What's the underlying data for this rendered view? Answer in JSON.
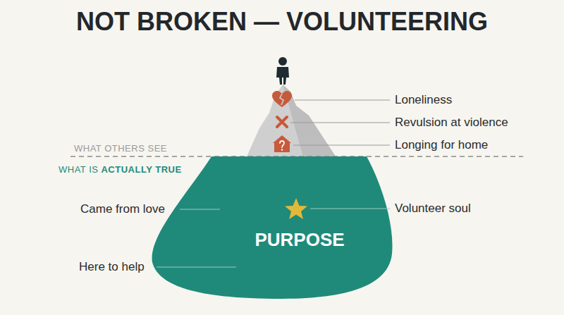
{
  "diagram": {
    "title": "NOT BROKEN — VOLUNTEERING",
    "nodes": [
      {
        "text": [
          "PURPOSE"
        ]
      }
    ],
    "labels": [
      "Loneliness",
      "Revulsion at violence",
      "Longing for home",
      "WHAT OTHERS SEE",
      "WHAT IS",
      "ACTUALLY TRUE",
      "Came from love",
      "Volunteer soul",
      "Here to help"
    ]
  }
}
